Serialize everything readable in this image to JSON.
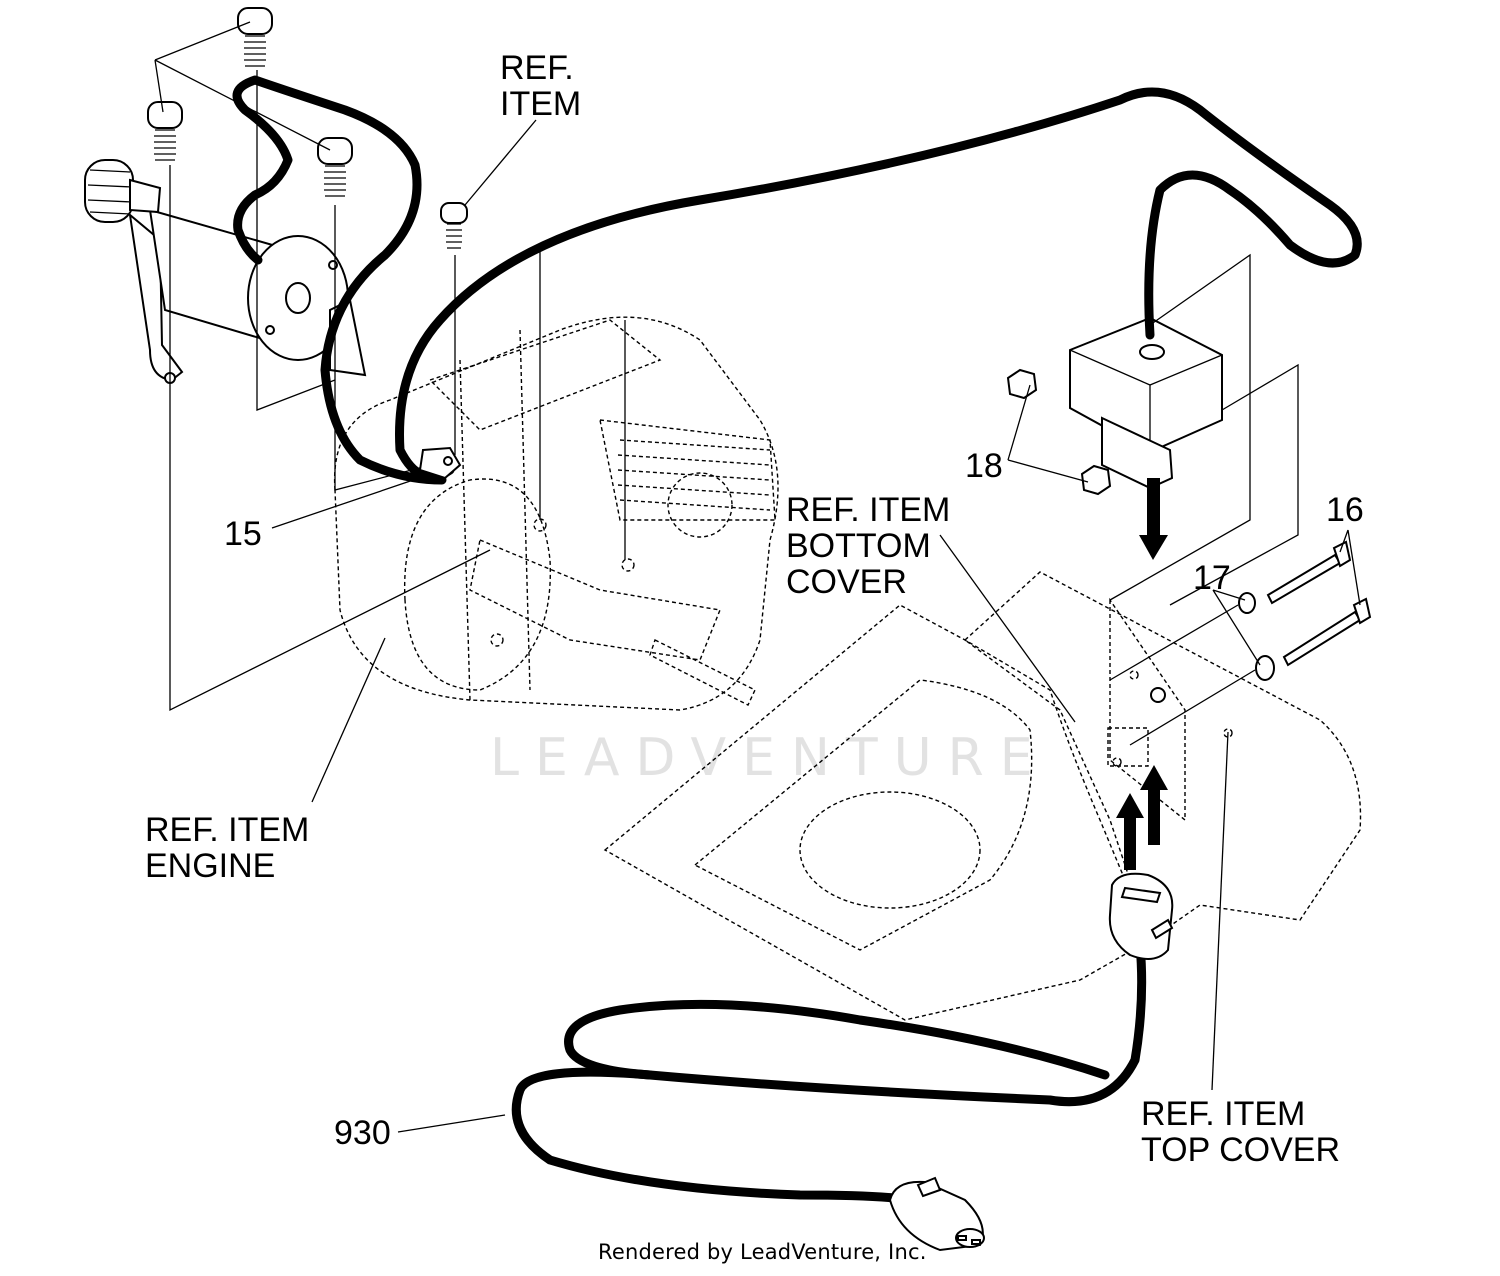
{
  "callouts": {
    "ref_item_top": [
      "REF.",
      "ITEM"
    ],
    "ref_bottom_cover": [
      "REF. ITEM",
      "BOTTOM",
      "COVER"
    ],
    "ref_engine": [
      "REF. ITEM",
      "ENGINE"
    ],
    "ref_top_cover": [
      "REF. ITEM",
      "TOP COVER"
    ],
    "part_15": "15",
    "part_16": "16",
    "part_17": "17",
    "part_18": "18",
    "part_930": "930"
  },
  "watermark": "LEADVENTURE",
  "footer": "Rendered by LeadVenture, Inc."
}
